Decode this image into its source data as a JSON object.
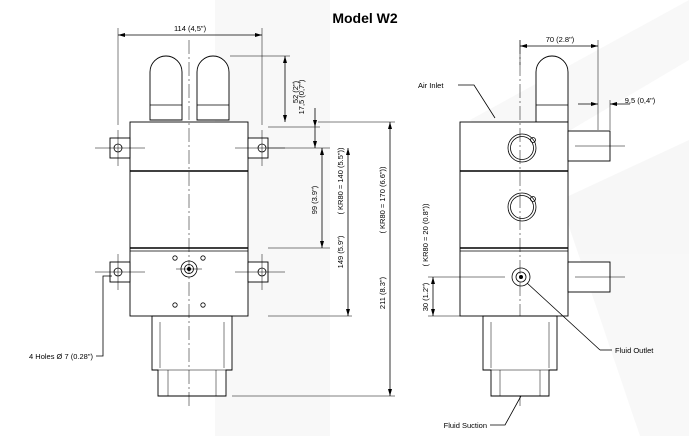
{
  "title": "Model W2",
  "dimensions": {
    "overall_width": "114 (4,5\")",
    "side_width": "70 (2.8\")",
    "side_offset": "9,5 (0,4\")",
    "top_height": "52 (2\")",
    "bolt_offset": "17,5 (0,7\")",
    "mid_height": "99 (3.9\")",
    "lower_height": "149 (5.9\")",
    "kr80_lower": "( KR80 = 140 (5.5\"))",
    "total_height": "211 (8.3\")",
    "kr80_total": "( KR80 = 170 (6.6\"))",
    "outlet_height": "30 (1.2\")",
    "kr80_outlet": "( KR80 = 20 (0.8\"))"
  },
  "callouts": {
    "holes": "4 Holes Ø 7 (0.28\")",
    "air_inlet": "Air Inlet",
    "fluid_outlet": "Fluid Outlet",
    "fluid_suction": "Fluid Suction"
  }
}
